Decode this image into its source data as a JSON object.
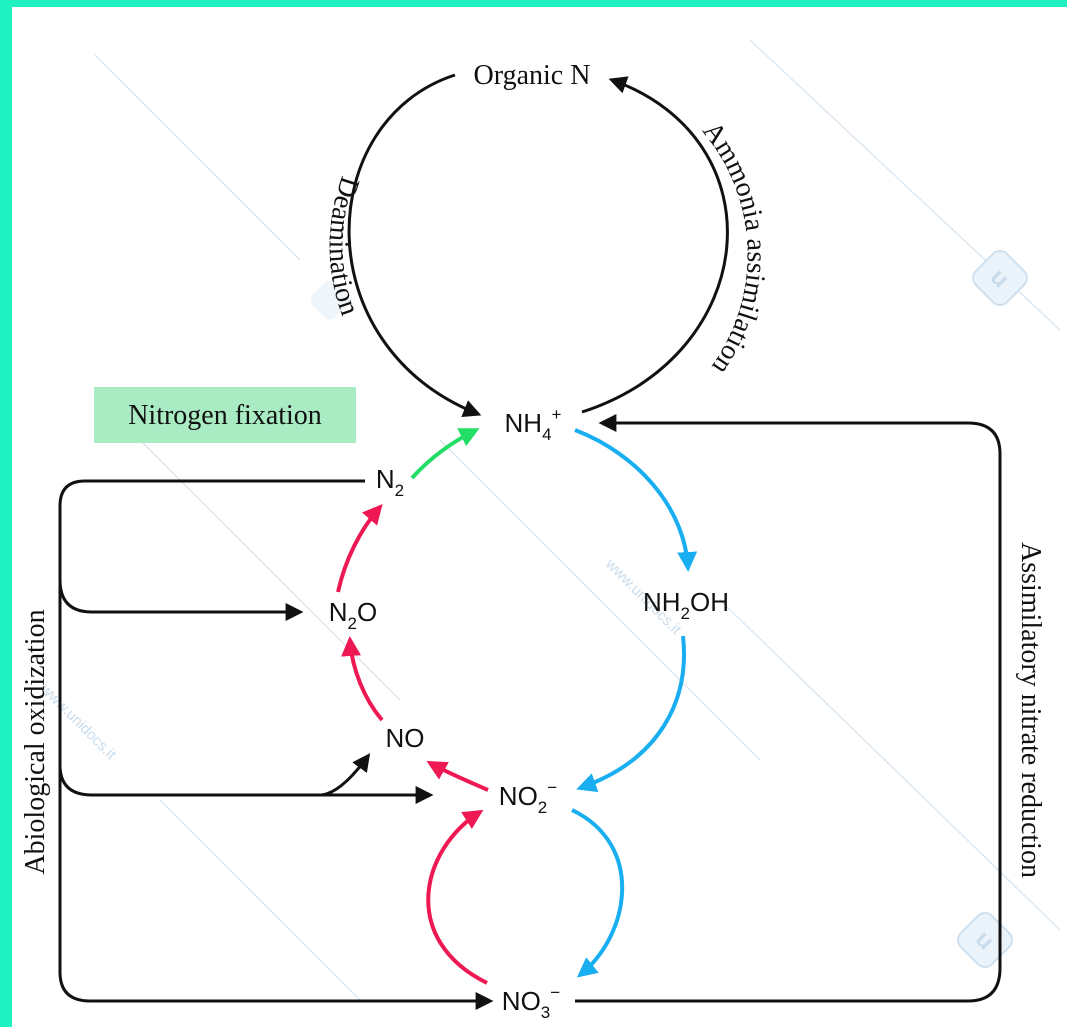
{
  "species": {
    "organic_n": "Organic N",
    "nh4": "NH4+",
    "n2": "N2",
    "n2o": "N2O",
    "nh2oh": "NH2OH",
    "no": "NO",
    "no2": "NO2−",
    "no3": "NO3−"
  },
  "process_labels": {
    "deamination": "Deamination",
    "ammonia_assimilation": "Ammonia assimilation",
    "nitrogen_fixation": "Nitrogen fixation",
    "abiological_oxidization": "Abiological oxidization",
    "assimilatory_nitrate_reduction": "Assimilatory nitrate reduction"
  },
  "watermark": {
    "text": "www.unidocs.it"
  },
  "colors": {
    "frame": "#1ff2c0",
    "nitrification": "#18aef0",
    "denitrification": "#ee1853",
    "fixation": "#22dd66",
    "fixation_label_bg": "#a9ecc4",
    "arrow_default": "#111111"
  }
}
